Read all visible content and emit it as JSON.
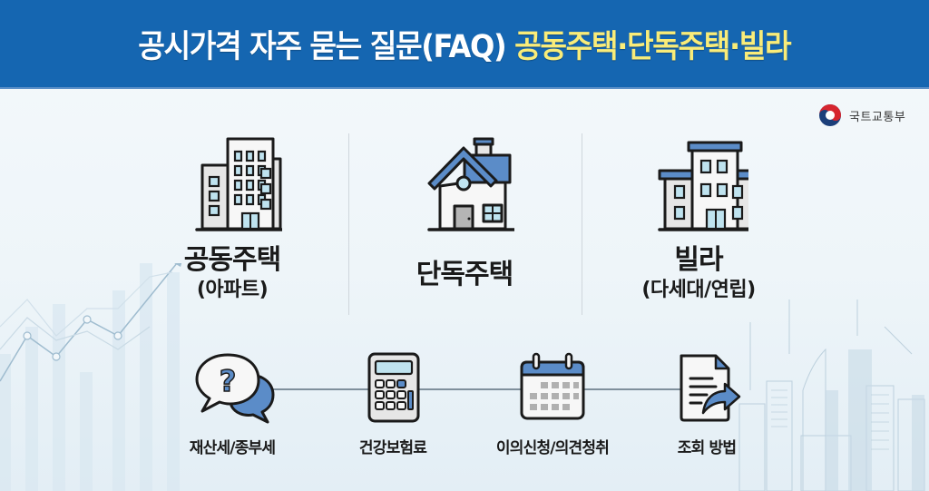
{
  "header": {
    "title_main": "공시가격 자주 묻는 질문(FAQ) ",
    "title_highlight": "공동주택·단독주택·빌라",
    "background_color": "#1566b1",
    "highlight_color": "#f9ec79"
  },
  "logo": {
    "name": "국트교통부",
    "icon": "taegeuk-emblem-icon"
  },
  "categories": [
    {
      "title": "공동주택",
      "subtitle": "(아파트)",
      "icon": "apartment-building-icon"
    },
    {
      "title": "단독주택",
      "subtitle": "",
      "icon": "house-icon"
    },
    {
      "title": "빌라",
      "subtitle": "(다세대/연립)",
      "icon": "villa-building-icon"
    }
  ],
  "faq_topics": [
    {
      "label": "재산세/종부세",
      "icon": "question-speech-bubble-icon"
    },
    {
      "label": "건강보험료",
      "icon": "calculator-icon"
    },
    {
      "label": "이의신청/의견청취",
      "icon": "calendar-icon"
    },
    {
      "label": "조회 방법",
      "icon": "document-share-icon"
    }
  ],
  "colors": {
    "accent_blue": "#5b8cc8",
    "window_light_blue": "#bfe3ef",
    "outline": "#1a1a1a"
  }
}
